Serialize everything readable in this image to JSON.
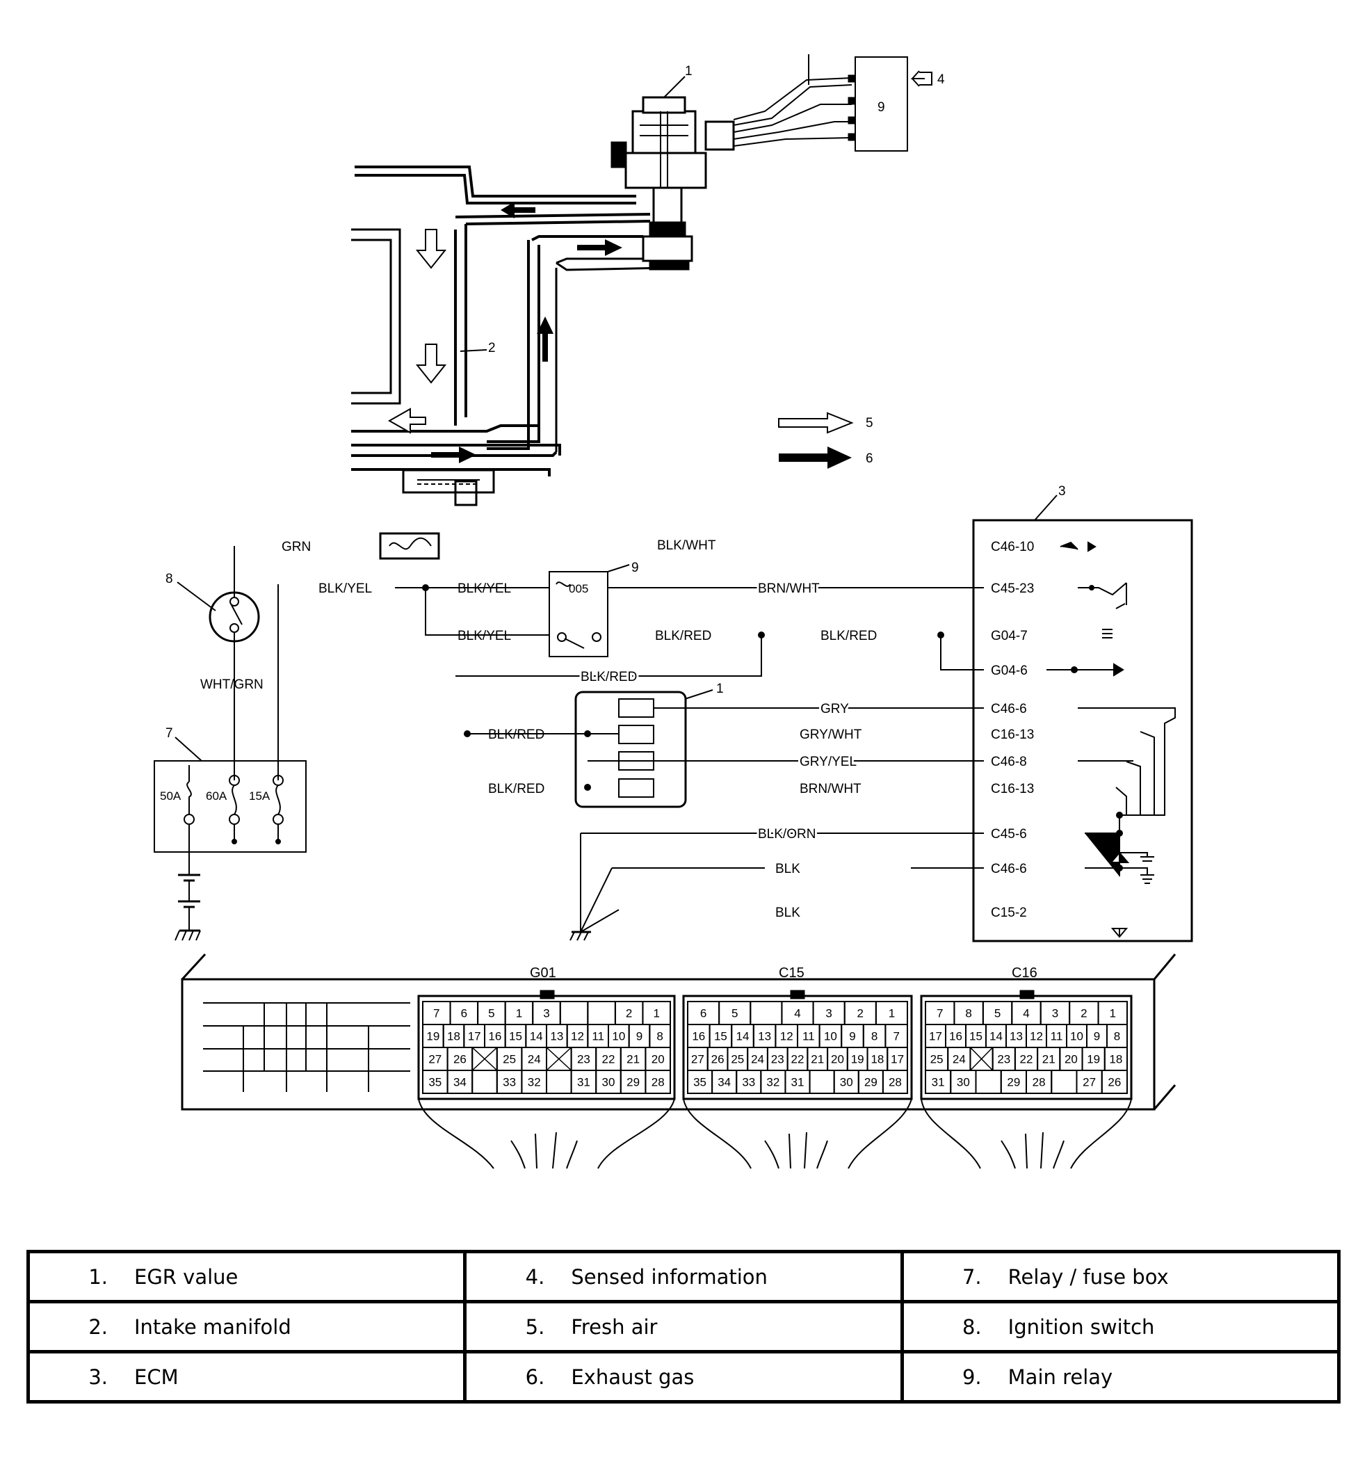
{
  "callouts": {
    "c1": "1",
    "c2": "2",
    "c3": "3",
    "c4": "4",
    "c5": "5",
    "c6": "6",
    "c7": "7",
    "c8": "8",
    "c9": "9",
    "c9box": "9",
    "c1b": "1"
  },
  "wires": {
    "grn": "GRN",
    "blk_yel_in": "BLK/YEL",
    "blk_yel_1": "BLK/YEL",
    "blk_yel_2": "BLK/YEL",
    "blk_wht": "BLK/WHT",
    "brn_wht_1": "BRN/WHT",
    "blk_red_1": "BLK/RED",
    "blk_red_2": "BLK/RED",
    "blk_red_3": "BLK/RED",
    "blk_red_4": "BLK/RED",
    "blk_red_5": "BLK/RED",
    "wht_grn": "WHT/GRN",
    "gry": "GRY",
    "gry_wht": "GRY/WHT",
    "gry_yel": "GRY/YEL",
    "brn_wht_2": "BRN/WHT",
    "blk_orn": "BLK/ORN",
    "blk_1": "BLK",
    "blk_2": "BLK"
  },
  "relay_label": "005",
  "ecm_pins": [
    "C46-10",
    "C45-23",
    "G04-7",
    "G04-6",
    "C46-6",
    "C16-13",
    "C46-8",
    "C16-13",
    "C45-6",
    "C46-6",
    "C15-2"
  ],
  "fuses": [
    "50A",
    "60A",
    "15A"
  ],
  "connectors": {
    "g01": {
      "name": "G01",
      "rows": [
        [
          "7",
          "6",
          "5",
          "1",
          "3",
          "",
          "",
          "2",
          "1"
        ],
        [
          "19",
          "18",
          "17",
          "16",
          "15",
          "14",
          "13",
          "12",
          "11",
          "10",
          "9",
          "8"
        ],
        [
          "27",
          "26",
          "",
          "25",
          "24",
          "",
          "23",
          "22",
          "21",
          "20"
        ],
        [
          "35",
          "34",
          "",
          "33",
          "32",
          "",
          "31",
          "30",
          "29",
          "28"
        ]
      ]
    },
    "c15": {
      "name": "C15",
      "rows": [
        [
          "6",
          "5",
          "",
          "4",
          "3",
          "2",
          "1"
        ],
        [
          "16",
          "15",
          "14",
          "13",
          "12",
          "11",
          "10",
          "9",
          "8",
          "7"
        ],
        [
          "27",
          "26",
          "25",
          "24",
          "23",
          "22",
          "21",
          "20",
          "19",
          "18",
          "17"
        ],
        [
          "35",
          "34",
          "33",
          "32",
          "31",
          "",
          "30",
          "29",
          "28"
        ]
      ]
    },
    "c16": {
      "name": "C16",
      "rows": [
        [
          "7",
          "8",
          "5",
          "4",
          "3",
          "2",
          "1"
        ],
        [
          "17",
          "16",
          "15",
          "14",
          "13",
          "12",
          "11",
          "10",
          "9",
          "8"
        ],
        [
          "25",
          "24",
          "",
          "23",
          "22",
          "21",
          "20",
          "19",
          "18"
        ],
        [
          "31",
          "30",
          "",
          "29",
          "28",
          "",
          "27",
          "26"
        ]
      ]
    }
  },
  "legend": [
    [
      {
        "num": "1.",
        "label": "EGR value"
      },
      {
        "num": "4.",
        "label": "Sensed information"
      },
      {
        "num": "7.",
        "label": "Relay / fuse box"
      }
    ],
    [
      {
        "num": "2.",
        "label": "Intake manifold"
      },
      {
        "num": "5.",
        "label": "Fresh air"
      },
      {
        "num": "8.",
        "label": "Ignition switch"
      }
    ],
    [
      {
        "num": "3.",
        "label": "ECM"
      },
      {
        "num": "6.",
        "label": "Exhaust gas"
      },
      {
        "num": "9.",
        "label": "Main relay"
      }
    ]
  ]
}
